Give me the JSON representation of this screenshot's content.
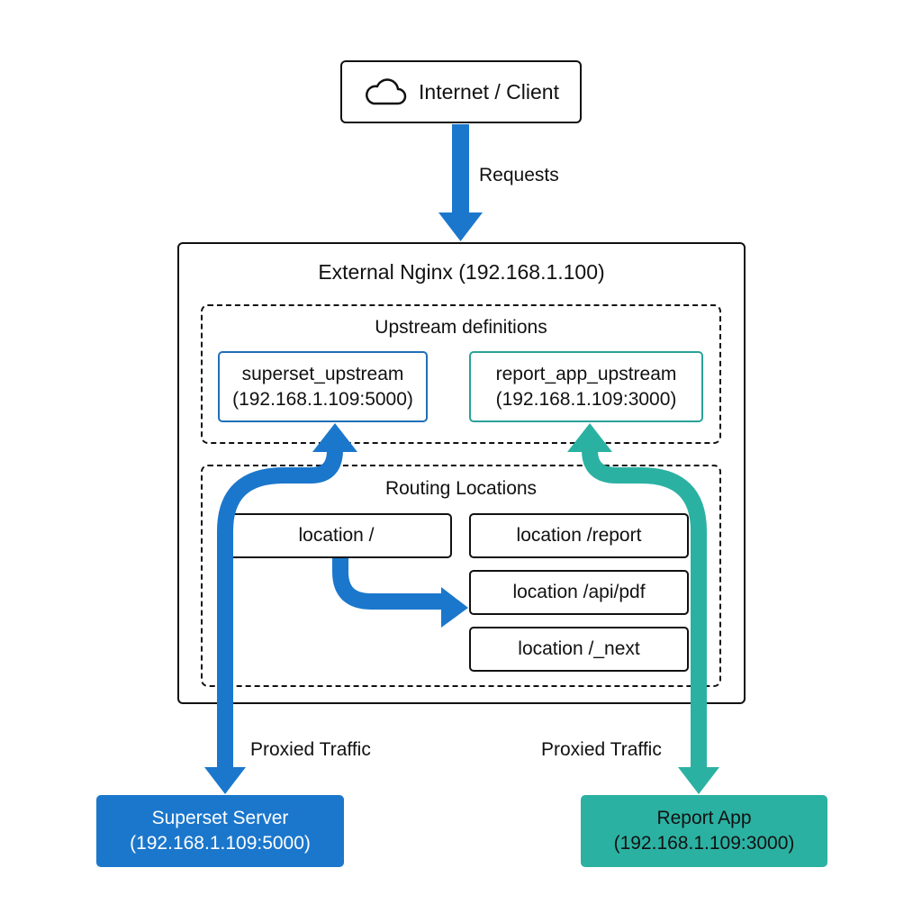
{
  "colors": {
    "blue": "#1b77cc",
    "teal": "#2bb1a2",
    "border": "#111111"
  },
  "client": {
    "icon": "cloud-icon",
    "label": "Internet / Client"
  },
  "edges": {
    "requests": "Requests",
    "proxied_left": "Proxied Traffic",
    "proxied_right": "Proxied Traffic"
  },
  "nginx": {
    "title": "External Nginx (192.168.1.100)",
    "upstreams": {
      "title": "Upstream definitions",
      "items": [
        {
          "name": "superset_upstream",
          "address": "(192.168.1.109:5000)"
        },
        {
          "name": "report_app_upstream",
          "address": "(192.168.1.109:3000)"
        }
      ]
    },
    "routing": {
      "title": "Routing Locations",
      "locations": [
        "location /",
        "location /report",
        "location /api/pdf",
        "location /_next"
      ]
    }
  },
  "servers": [
    {
      "name": "Superset Server",
      "address": "(192.168.1.109:5000)"
    },
    {
      "name": "Report App",
      "address": "(192.168.1.109:3000)"
    }
  ]
}
